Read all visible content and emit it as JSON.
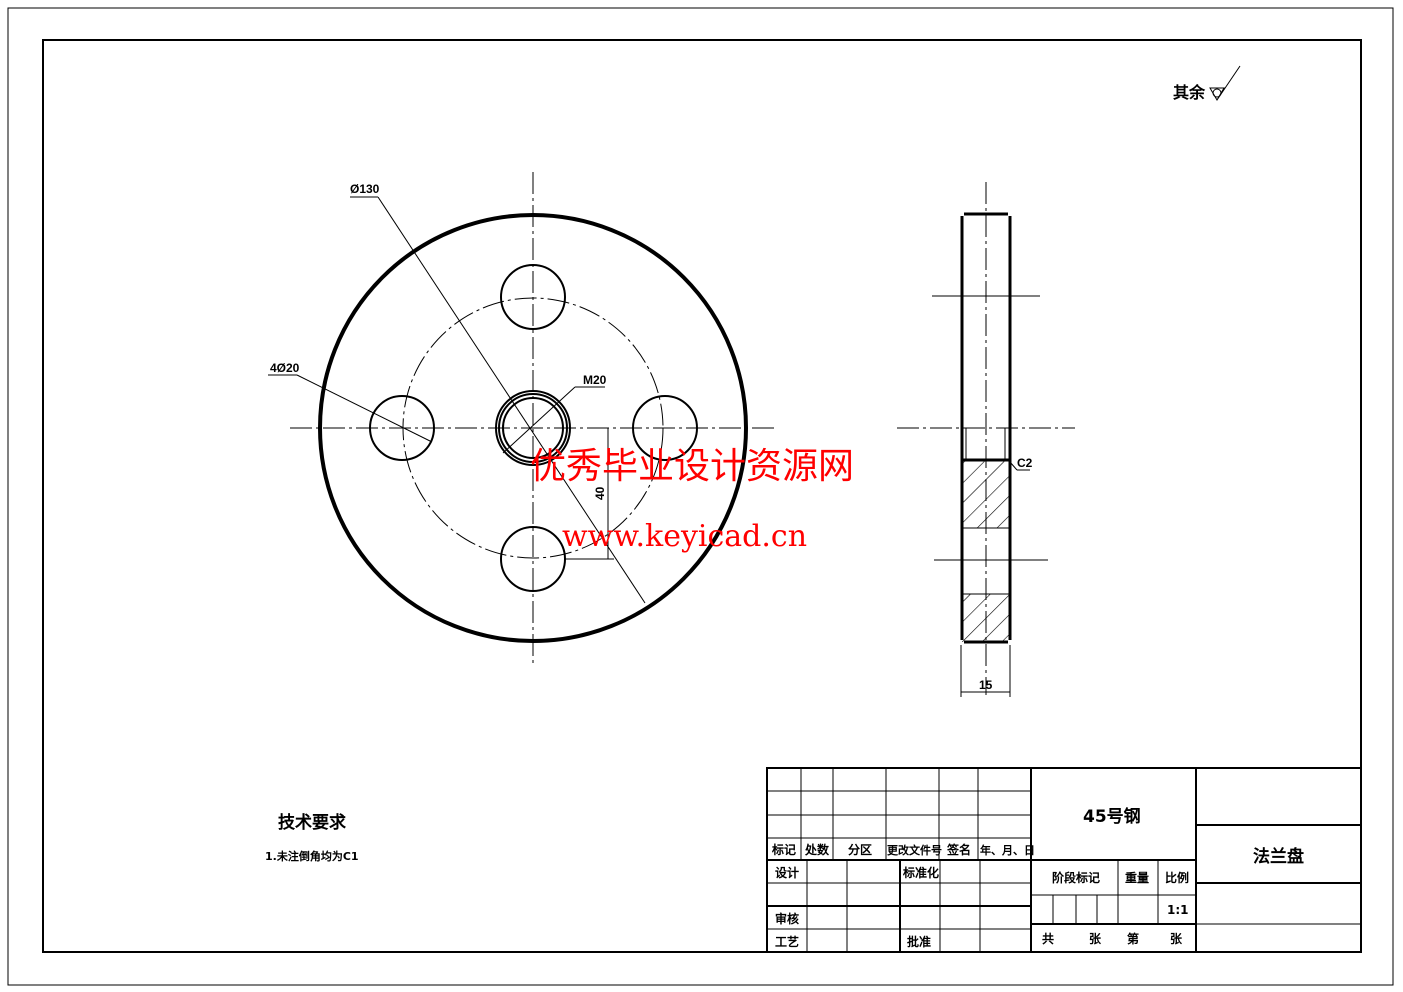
{
  "drawing": {
    "surface_note": "其余",
    "dimensions": {
      "outer_diameter": "Ø130",
      "bolt_holes": "4Ø20",
      "center_thread": "M20",
      "bolt_offset": "40",
      "thickness": "15",
      "chamfer": "C2"
    },
    "tech_requirements": {
      "title": "技术要求",
      "item1": "1.未注倒角均为C1"
    }
  },
  "watermark": {
    "line1": "优秀毕业设计资源网",
    "line2": "www.keyicad.cn"
  },
  "title_block": {
    "headers": [
      "标记",
      "处数",
      "分区",
      "更改文件号",
      "签名",
      "年、月、日"
    ],
    "design": "设计",
    "standardization": "标准化",
    "review": "审核",
    "process": "工艺",
    "approve": "批准",
    "material": "45号钢",
    "part_name": "法兰盘",
    "stage_mark": "阶段标记",
    "weight": "重量",
    "scale_label": "比例",
    "scale_value": "1:1",
    "total": "共",
    "sheets": "张",
    "sheet_no": "第",
    "sheet": "张"
  }
}
